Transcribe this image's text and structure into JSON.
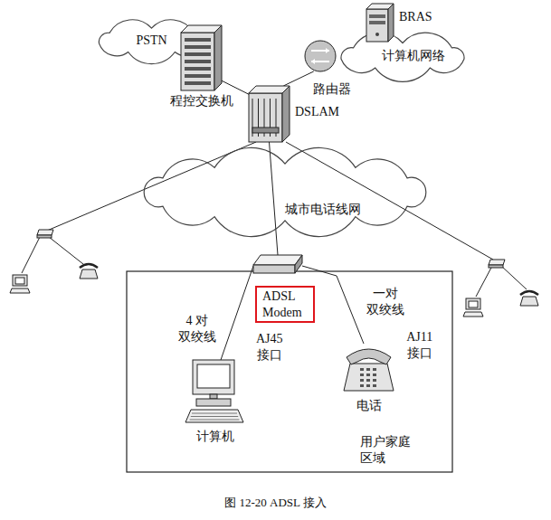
{
  "diagram": {
    "caption": "图 12-20 ADSL 接入",
    "nodes": [
      {
        "text": [
          "PSTN"
        ]
      },
      {
        "text": [
          "程控交换机"
        ]
      },
      {
        "text": [
          "计算机网络"
        ]
      },
      {
        "text": [
          "BRAS"
        ]
      },
      {
        "text": [
          "路由器"
        ]
      },
      {
        "text": [
          "DSLAM"
        ]
      },
      {
        "text": [
          "城市电话线网"
        ]
      },
      {
        "text": [
          "用户家庭区域"
        ]
      },
      {
        "text": [
          "ADSL Modem"
        ],
        "in": 7
      },
      {
        "text": [
          "计算机"
        ],
        "in": 7
      },
      {
        "text": [
          "电话"
        ],
        "in": 7
      }
    ],
    "edges": [
      {
        "from": 1,
        "to": 5,
        "arrow": "none"
      },
      {
        "from": 4,
        "to": 5,
        "arrow": "none"
      },
      {
        "from": 5,
        "to": 8,
        "arrow": "none"
      },
      {
        "from": 8,
        "to": 9,
        "arrow": "none"
      },
      {
        "from": 8,
        "to": 10,
        "arrow": "none"
      }
    ],
    "labels": [
      "4 对 双绞线",
      "一对 双绞线",
      "AJ45 接口",
      "AJ11 接口"
    ]
  }
}
